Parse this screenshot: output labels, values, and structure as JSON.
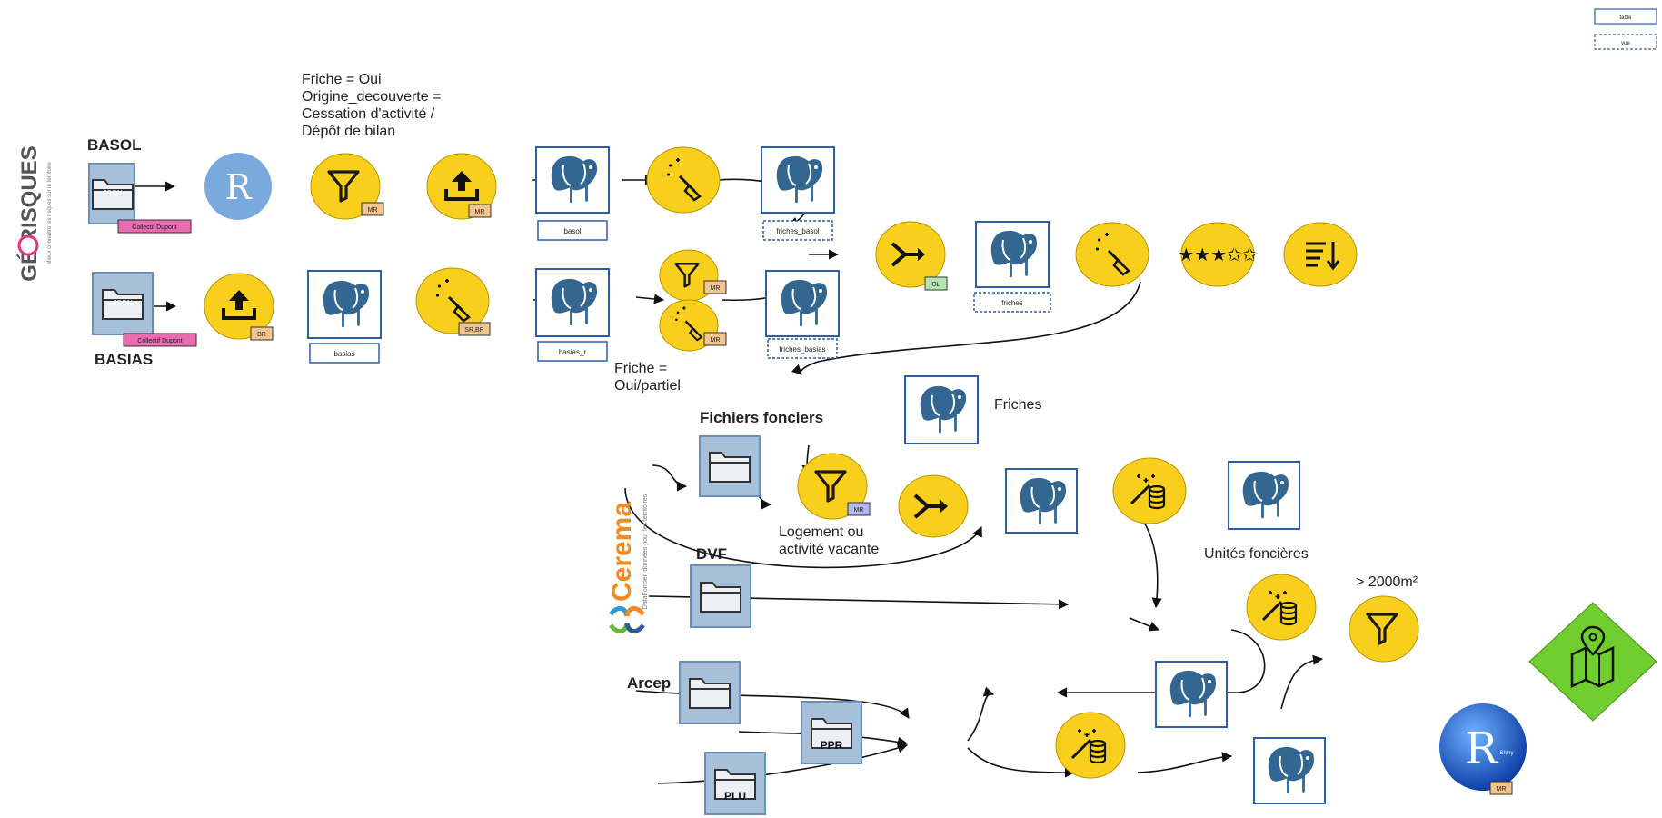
{
  "legend": {
    "table": "table",
    "vue": "vue"
  },
  "sources": {
    "basol": "BASOL",
    "basias": "BASIAS",
    "json": "JSON",
    "collectif": "Collectif Dupont",
    "fichiers_fonciers": "Fichiers fonciers",
    "dvf": "DVF",
    "arcep": "Arcep",
    "ppr": "PPR",
    "plu": "PLU"
  },
  "notes": {
    "filter_basol": [
      "Friche = Oui",
      "Origine_decouverte =",
      "Cessation d'activité /",
      "Dépôt de bilan"
    ],
    "filter_basias": [
      "Friche =",
      "Oui/partiel"
    ],
    "logement": [
      "Logement ou",
      "activité vacante"
    ],
    "friches": "Friches",
    "unites": "Unités foncières",
    "surface": "> 2000m²"
  },
  "tables": {
    "basol": "basol",
    "friches_basol": "friches_basol",
    "basias": "basias",
    "basias_r": "basias_r",
    "friches_basias": "friches_basias",
    "friches": "friches"
  },
  "badges": {
    "mr": "MR",
    "br": "BR",
    "sr_br": "SR,BR",
    "bl": "BL"
  },
  "logos": {
    "georisques": "GÉ   RISQUES",
    "georisques_sub": "Mieux connaître les risques sur le territoire",
    "cerema": "Cerema",
    "cerema_sub": "DataFoncier, données pour les territoires"
  },
  "icons": {
    "r": "R",
    "shiny": "Shiny"
  },
  "colors": {
    "yellow": "#f7cf1c",
    "blue_box": "#a8bfd9",
    "pg_blue": "#336791",
    "badge_orange": "#f2c48f",
    "badge_pink": "#e96bb0",
    "badge_lavender": "#b8b8f0",
    "badge_green": "#b3e6b0",
    "green_diamond": "#6fce2e",
    "r_blue": "#7aa9dd",
    "georisques": "#e4327a",
    "cerema": "#f28c1e"
  }
}
